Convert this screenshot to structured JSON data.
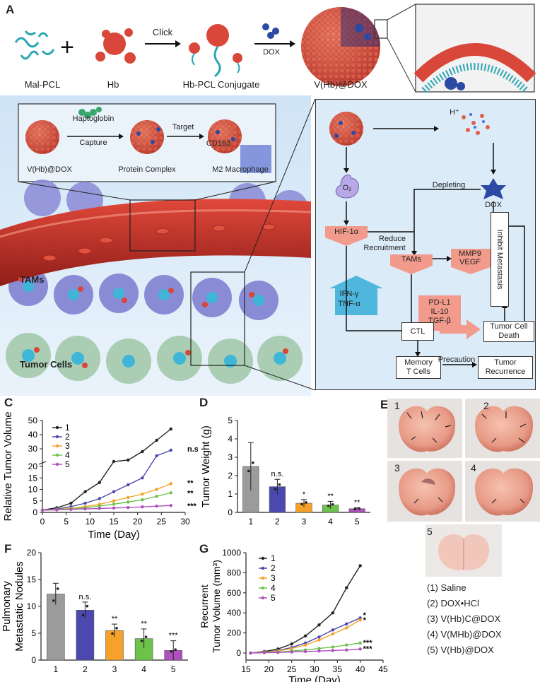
{
  "panels": {
    "A": "A",
    "B": "B",
    "C": "C",
    "D": "D",
    "E": "E",
    "F": "F",
    "G": "G"
  },
  "panelA": {
    "mal_pcl": "Mal-PCL",
    "hb": "Hb",
    "click": "Click",
    "conjugate": "Hb-PCL Conjugate",
    "dox": "DOX",
    "vhbdox": "V(Hb)@DOX"
  },
  "panelB": {
    "haptoglobin": "Haptoglobin",
    "capture": "Capture",
    "target": "Target",
    "cd163": "CD163",
    "vhbdox": "V(Hb)@DOX",
    "protein_complex": "Protein Complex",
    "m2": "M2 Macrophage",
    "tams": "TAMs",
    "tumor_cells": "Tumor Cells",
    "hplus": "H⁺",
    "o2": "O₂",
    "depleting": "Depleting",
    "dox": "DOX",
    "hif": "HIF-1α",
    "reduce": "Reduce",
    "recruitment": "Recruitment",
    "tams2": "TAMs",
    "mmp9": "MMP9",
    "vegf": "VEGF",
    "inhibit": "Inhibit Metastasis",
    "ifn": "IFN-γ",
    "tnf": "TNF-α",
    "pdl1": "PD-L1",
    "il10": "IL-10",
    "tgf": "TGF-β",
    "ctl": "CTL",
    "tcd1": "Tumor Cell",
    "tcd2": "Death",
    "mem1": "Memory",
    "mem2": "T Cells",
    "precaution": "Precaution",
    "rec1": "Tumor",
    "rec2": "Recurrence"
  },
  "legend": [
    "(1) Saline",
    "(2) DOX•HCl",
    "(3) V(Hb)C@DOX",
    "(4) V(MHb)@DOX",
    "(5) V(Hb)@DOX"
  ],
  "lung_labels": [
    "1",
    "2",
    "3",
    "4",
    "5"
  ],
  "colors": {
    "s1": "#222222",
    "s2": "#4b49b0",
    "s3": "#f5a12a",
    "s4": "#6cc24a",
    "s5": "#b04fbf",
    "b1": "#9b9b9b"
  },
  "chart_data": [
    {
      "id": "C",
      "type": "line",
      "xlabel": "Time (Day)",
      "ylabel": "Relative Tumor Volume",
      "x": [
        0,
        3,
        6,
        9,
        12,
        15,
        18,
        21,
        24,
        27
      ],
      "xticks": [
        "0",
        "5",
        "10",
        "15",
        "20",
        "25",
        "30"
      ],
      "yticks_lower": [
        "0",
        "5",
        "10",
        "15",
        "20"
      ],
      "yticks_upper": [
        "30",
        "40",
        "50"
      ],
      "series": [
        {
          "name": "1",
          "values": [
            1,
            2,
            4,
            9,
            13,
            21,
            22,
            28,
            36,
            44
          ]
        },
        {
          "name": "2",
          "values": [
            1,
            1.5,
            2.5,
            4,
            6,
            9,
            12,
            15,
            25,
            29
          ]
        },
        {
          "name": "3",
          "values": [
            1,
            1.3,
            1.8,
            2.5,
            3.5,
            5,
            6.5,
            8,
            10,
            12.5
          ]
        },
        {
          "name": "4",
          "values": [
            1,
            1.2,
            1.5,
            2,
            2.8,
            3.6,
            4.5,
            5.5,
            7,
            8.5
          ]
        },
        {
          "name": "5",
          "values": [
            1,
            1.1,
            1.3,
            1.5,
            1.7,
            1.9,
            2.1,
            2.4,
            2.7,
            3
          ]
        }
      ],
      "annotations": [
        "n.s.",
        "**",
        "**",
        "***"
      ]
    },
    {
      "id": "D",
      "type": "bar",
      "ylabel": "Tumor Weight (g)",
      "categories": [
        "1",
        "2",
        "3",
        "4",
        "5"
      ],
      "values": [
        2.5,
        1.4,
        0.5,
        0.4,
        0.2
      ],
      "errors": [
        1.3,
        0.4,
        0.2,
        0.2,
        0.05
      ],
      "ylim": [
        0,
        5
      ],
      "yticks": [
        "0",
        "1",
        "2",
        "3",
        "4",
        "5"
      ],
      "annotations": [
        "",
        "n.s.",
        "*",
        "**",
        "**"
      ]
    },
    {
      "id": "F",
      "type": "bar",
      "ylabel": "Pulmonary Metastatic Nodules",
      "categories": [
        "1",
        "2",
        "3",
        "4",
        "5"
      ],
      "values": [
        12.3,
        9.3,
        5.5,
        4,
        1.8
      ],
      "errors": [
        2,
        1.5,
        1.2,
        1.8,
        1.8
      ],
      "ylim": [
        0,
        20
      ],
      "yticks": [
        "0",
        "5",
        "10",
        "15",
        "20"
      ],
      "annotations": [
        "",
        "n.s.",
        "**",
        "**",
        "***"
      ]
    },
    {
      "id": "G",
      "type": "line",
      "xlabel": "Time (Day)",
      "ylabel": "Recurrent Tumor Volume (mm³)",
      "x": [
        16,
        19,
        22,
        25,
        28,
        31,
        34,
        37,
        40
      ],
      "xticks": [
        "15",
        "20",
        "25",
        "30",
        "35",
        "40",
        "45"
      ],
      "yticks": [
        "0",
        "200",
        "400",
        "600",
        "800",
        "1000"
      ],
      "ylim": [
        0,
        1000
      ],
      "series": [
        {
          "name": "1",
          "values": [
            0,
            15,
            40,
            90,
            170,
            280,
            400,
            650,
            870
          ]
        },
        {
          "name": "2",
          "values": [
            0,
            10,
            25,
            55,
            100,
            160,
            230,
            290,
            350
          ]
        },
        {
          "name": "3",
          "values": [
            0,
            8,
            20,
            45,
            80,
            130,
            190,
            250,
            330
          ]
        },
        {
          "name": "4",
          "values": [
            0,
            5,
            10,
            20,
            30,
            45,
            60,
            80,
            100
          ]
        },
        {
          "name": "5",
          "values": [
            0,
            3,
            6,
            10,
            15,
            20,
            25,
            30,
            40
          ]
        }
      ],
      "annotations": [
        "*",
        "*",
        "***",
        "***"
      ]
    }
  ]
}
